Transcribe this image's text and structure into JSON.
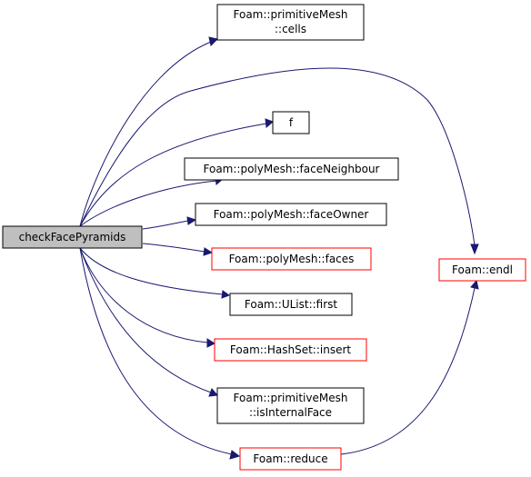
{
  "colors": {
    "edge": "#191970",
    "border_documented": "#000000",
    "border_undocumented": "#ff0000",
    "root_fill": "#bfbfbf",
    "node_fill": "#ffffff"
  },
  "nodes": {
    "root": {
      "lines": [
        "checkFacePyramids"
      ]
    },
    "cells": {
      "lines": [
        "Foam::primitiveMesh",
        "::cells"
      ]
    },
    "f": {
      "lines": [
        "f"
      ]
    },
    "faceNeighbour": {
      "lines": [
        "Foam::polyMesh::faceNeighbour"
      ]
    },
    "faceOwner": {
      "lines": [
        "Foam::polyMesh::faceOwner"
      ]
    },
    "faces": {
      "lines": [
        "Foam::polyMesh::faces"
      ]
    },
    "first": {
      "lines": [
        "Foam::UList::first"
      ]
    },
    "insert": {
      "lines": [
        "Foam::HashSet::insert"
      ]
    },
    "isInternalFace": {
      "lines": [
        "Foam::primitiveMesh",
        "::isInternalFace"
      ]
    },
    "reduce": {
      "lines": [
        "Foam::reduce"
      ]
    },
    "endl": {
      "lines": [
        "Foam::endl"
      ]
    }
  }
}
